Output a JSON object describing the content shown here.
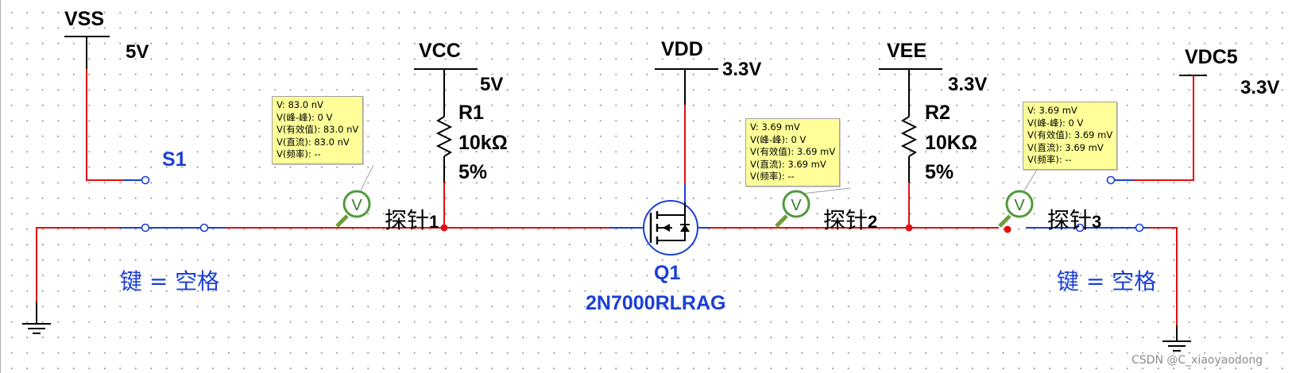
{
  "rails": [
    {
      "id": "vss",
      "name": "VSS",
      "voltage": "5V"
    },
    {
      "id": "vcc",
      "name": "VCC",
      "voltage": "5V"
    },
    {
      "id": "vdd",
      "name": "VDD",
      "voltage": "3.3V"
    },
    {
      "id": "vee",
      "name": "VEE",
      "voltage": "3.3V"
    },
    {
      "id": "vdc5",
      "name": "VDC5",
      "voltage": "3.3V"
    }
  ],
  "resistors": [
    {
      "ref": "R1",
      "value": "10kΩ",
      "tolerance": "5%"
    },
    {
      "ref": "R2",
      "value": "10KΩ",
      "tolerance": "5%"
    }
  ],
  "switches": [
    {
      "ref": "S1",
      "key_label": "键 = 空格"
    },
    {
      "ref": "",
      "key_label": "键 = 空格"
    }
  ],
  "transistor": {
    "ref": "Q1",
    "model": "2N7000RLRAG"
  },
  "probe_icon": "voltmeter-probe-icon",
  "probes": [
    {
      "name": "探针",
      "index": "1",
      "readings": [
        "V: 83.0 nV",
        "V(峰-峰): 0 V",
        "V(有效值): 83.0 nV",
        "V(直流): 83.0 nV",
        "V(频率): --"
      ]
    },
    {
      "name": "探针",
      "index": "2",
      "readings": [
        "V: 3.69 mV",
        "V(峰-峰): 0 V",
        "V(有效值): 3.69 mV",
        "V(直流): 3.69 mV",
        "V(频率): --"
      ]
    },
    {
      "name": "探针",
      "index": "3",
      "readings": [
        "V: 3.69 mV",
        "V(峰-峰): 0 V",
        "V(有效值): 3.69 mV",
        "V(直流): 3.69 mV",
        "V(频率): --"
      ]
    }
  ],
  "colors": {
    "wire_red": "#e01010",
    "wire_blue": "#1a3fd6",
    "probe_green": "#4e9a3b",
    "tooltip_bg": "#ffff99"
  },
  "watermark": "CSDN @C_xiaoyaodong"
}
